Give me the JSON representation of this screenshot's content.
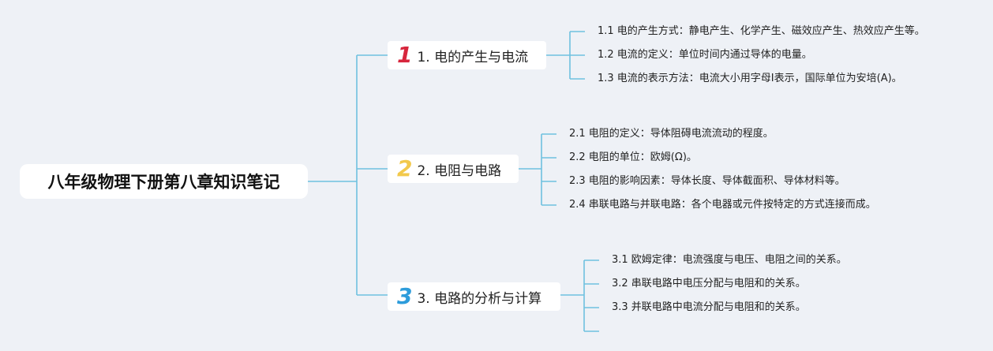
{
  "title": "八年级物理下册第八章知识笔记",
  "colors": {
    "line": "#6fc1df",
    "badge1": "#d7263d",
    "badge2": "#f2c94c",
    "badge3": "#2d9cdb"
  },
  "branches": [
    {
      "badge": "1",
      "label": "1. 电的产生与电流",
      "items": [
        "1.1 电的产生方式：静电产生、化学产生、磁效应产生、热效应产生等。",
        "1.2 电流的定义：单位时间内通过导体的电量。",
        "1.3 电流的表示方法：电流大小用字母I表示，国际单位为安培(A)。"
      ]
    },
    {
      "badge": "2",
      "label": "2. 电阻与电路",
      "items": [
        "2.1 电阻的定义：导体阻碍电流流动的程度。",
        "2.2 电阻的单位：欧姆(Ω)。",
        "2.3 电阻的影响因素：导体长度、导体截面积、导体材料等。",
        "2.4 串联电路与并联电路：各个电器或元件按特定的方式连接而成。"
      ]
    },
    {
      "badge": "3",
      "label": "3. 电路的分析与计算",
      "items": [
        "3.1 欧姆定律：电流强度与电压、电阻之间的关系。",
        "3.2 串联电路中电压分配与电阻和的关系。",
        "3.3 并联电路中电流分配与电阻和的关系。",
        ""
      ]
    }
  ]
}
